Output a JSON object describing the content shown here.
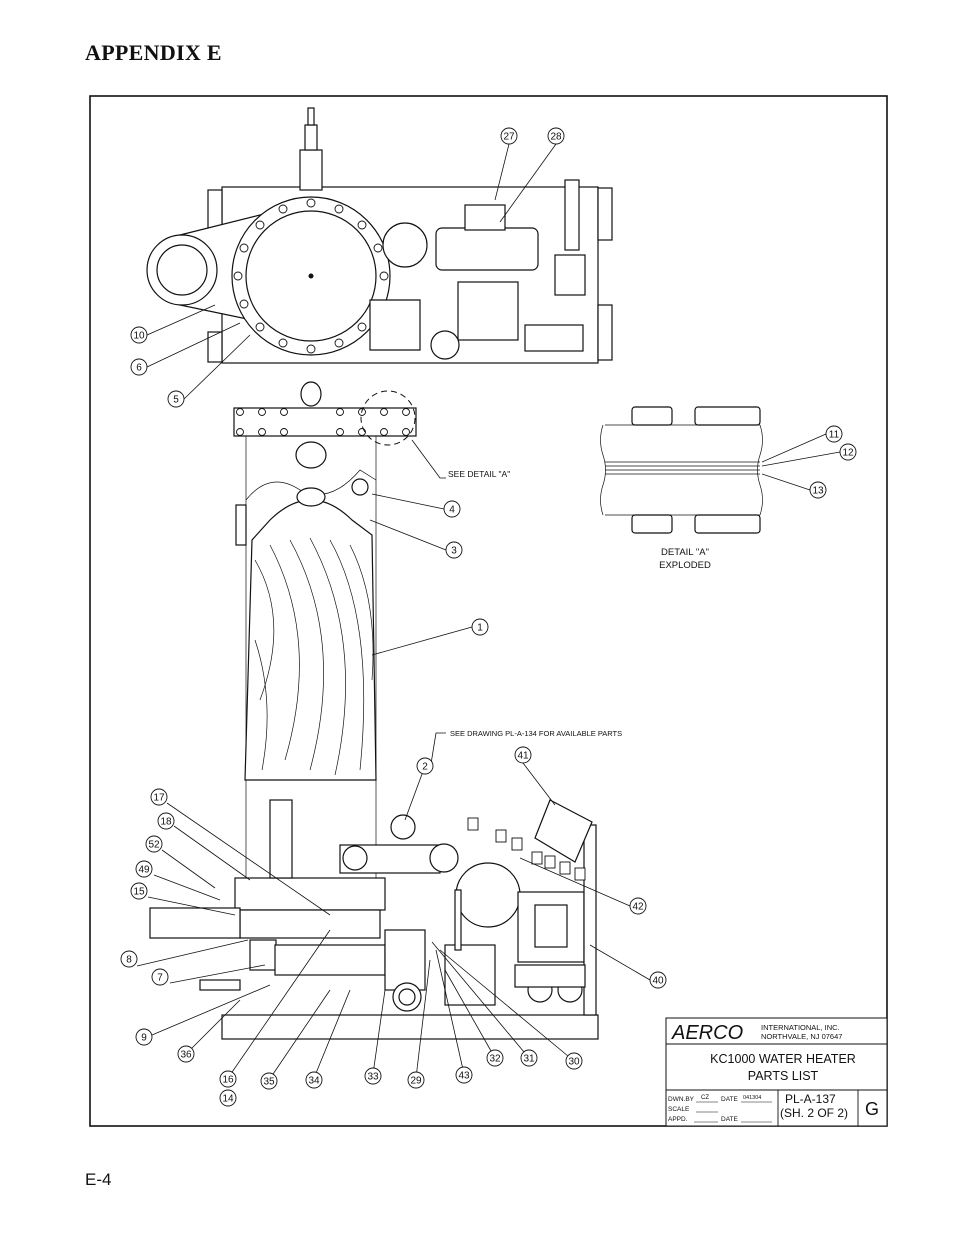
{
  "page": {
    "heading": "APPENDIX E",
    "page_number": "E-4"
  },
  "notes": {
    "see_detail": "SEE DETAIL \"A\"",
    "detail_line1": "DETAIL \"A\"",
    "detail_line2": "EXPLODED",
    "see_drawing": "SEE DRAWING PL-A-134 FOR AVAILABLE PARTS"
  },
  "title_block": {
    "logo": "AERCO",
    "company_line1": "INTERNATIONAL, INC.",
    "company_line2": "NORTHVALE, NJ   07647",
    "title_line1": "KC1000 WATER HEATER",
    "title_line2": "PARTS LIST",
    "dwn_by_label": "DWN.BY",
    "dwn_by_value": "CZ",
    "date_label": "DATE",
    "date_value": "041304",
    "scale_label": "SCALE",
    "appd_label": "APPD.",
    "date2_label": "DATE",
    "drawing_no": "PL-A-137",
    "sheet": "(SH. 2 OF 2)",
    "revision": "G"
  },
  "callouts": {
    "c27": "27",
    "c28": "28",
    "c10": "10",
    "c6": "6",
    "c5": "5",
    "c11": "11",
    "c12": "12",
    "c13": "13",
    "c4": "4",
    "c3": "3",
    "c1": "1",
    "c2": "2",
    "c41": "41",
    "c17": "17",
    "c18": "18",
    "c52": "52",
    "c49": "49",
    "c15": "15",
    "c8": "8",
    "c7": "7",
    "c9": "9",
    "c42": "42",
    "c40": "40",
    "c36": "36",
    "c16": "16",
    "c14": "14",
    "c35": "35",
    "c34": "34",
    "c33": "33",
    "c29": "29",
    "c43": "43",
    "c32": "32",
    "c31": "31",
    "c30": "30"
  }
}
